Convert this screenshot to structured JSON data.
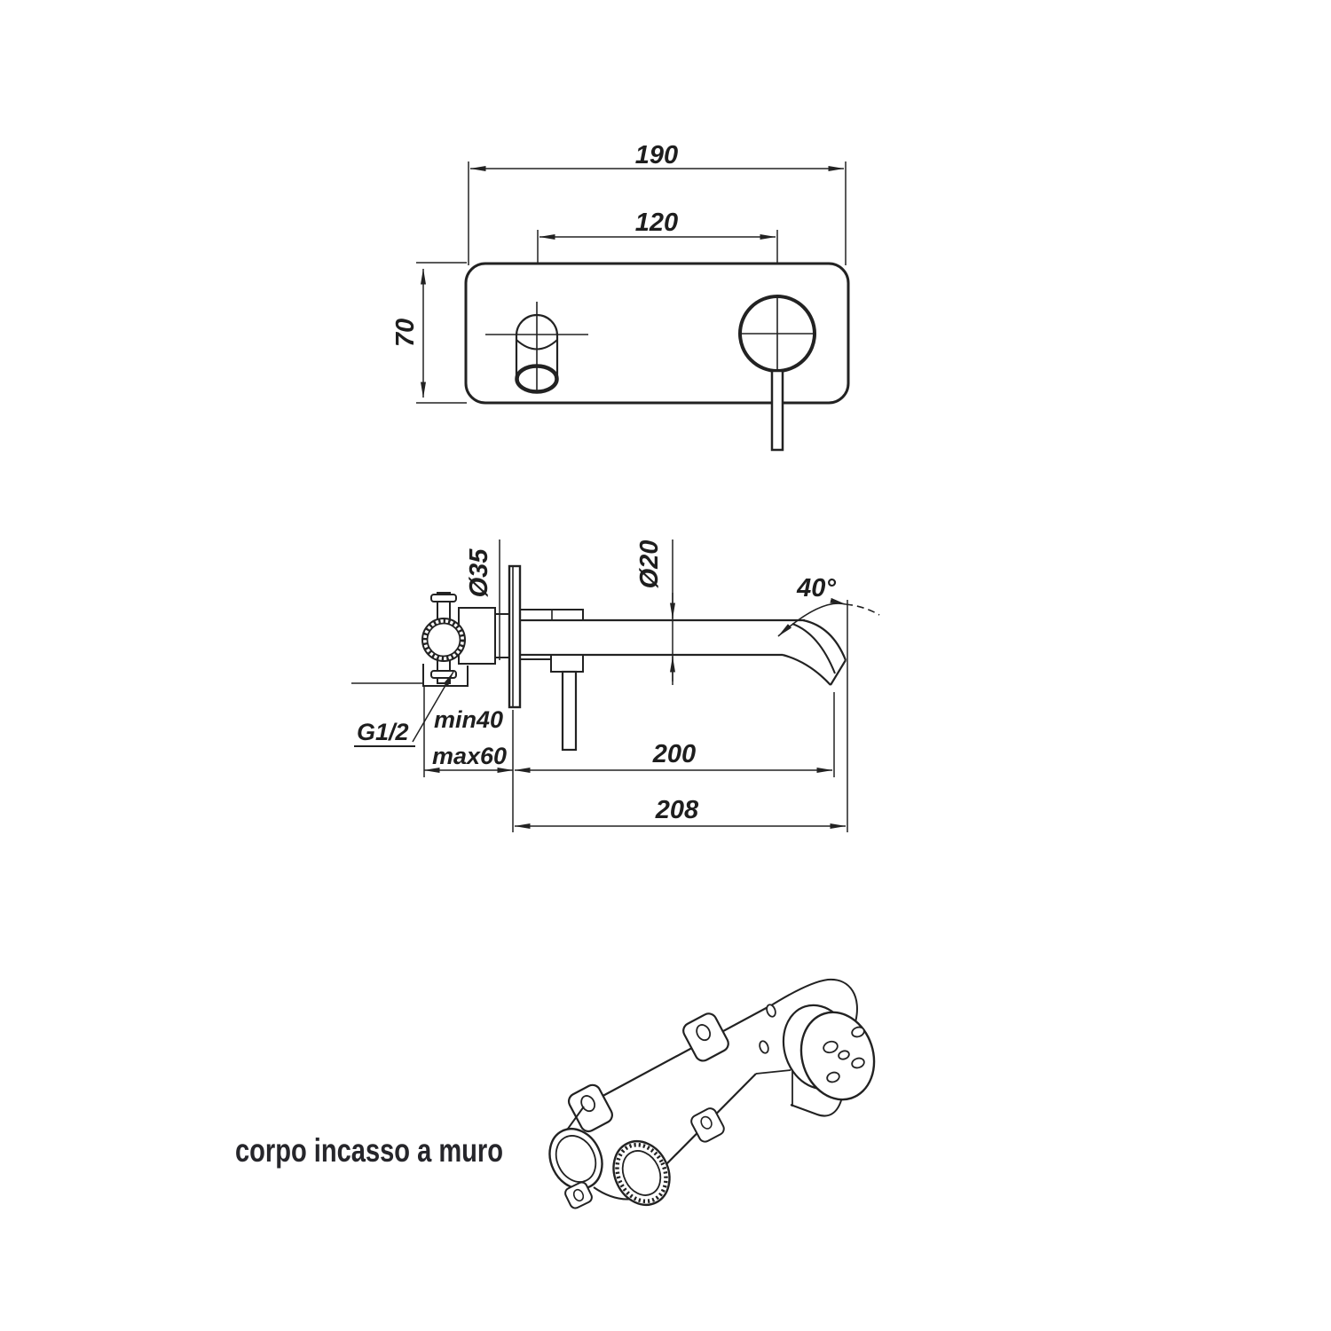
{
  "colors": {
    "background": "#ffffff",
    "line": "#222222",
    "caption_text": "#26262b"
  },
  "views": {
    "front": {
      "dim_width": "190",
      "dim_hole_spacing": "120",
      "dim_height": "70"
    },
    "side": {
      "dim_plate_diameter": "Ø35",
      "dim_spout_diameter": "Ø20",
      "dim_spout_angle": "40°",
      "dim_thread": "G1/2",
      "dim_depth_min": "min40",
      "dim_depth_max": "max60",
      "dim_spout_projection": "200",
      "dim_total_projection": "208"
    },
    "body3d": {
      "caption": "corpo incasso a muro"
    }
  }
}
